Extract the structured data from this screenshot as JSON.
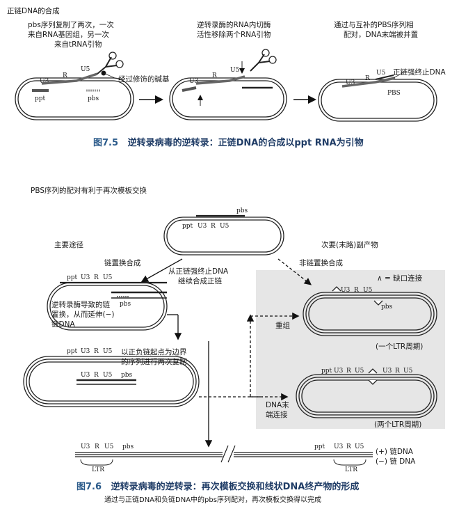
{
  "fig1": {
    "heading": "正链DNA的合成",
    "step1_note_l1": "pbs序列复制了两次，一次",
    "step1_note_l2": "来自RNA基因组，另一次",
    "step1_note_l3": "来自tRNA引物",
    "modified_base": "经过修饰的碱基",
    "step2_note_l1": "逆转录酶的RNA内切酶",
    "step2_note_l2": "活性移除两个RNA引物",
    "step3_note_l1": "通过与互补的PBS序列相",
    "step3_note_l2": "配对，DNA末端被并置",
    "plus_strand_stop": "正链强终止DNA",
    "labels": {
      "u3": "U3",
      "r": "R",
      "u5": "U5",
      "ppt": "ppt",
      "pbs": "pbs",
      "PBS": "PBS"
    },
    "caption_num": "图7.5",
    "caption_text": "逆转录病毒的逆转录：正链DNA的合成以ppt RNA为引物"
  },
  "fig2": {
    "heading": "PBS序列的配对有利于再次模板交换",
    "top_labels": {
      "pbs": "pbs",
      "ppt": "ppt",
      "u3": "U3",
      "r": "R",
      "u5": "U5"
    },
    "main_pathway": "主要途径",
    "strand_displacement": "链置换合成",
    "continue_l1": "从正链强终止DNA",
    "continue_l2": "继续合成正链",
    "secondary_product": "次要(末路)副产物",
    "non_displacement": "非链置换合成",
    "nick_legend": "∧ = 缺口连接",
    "displace_l1": "逆转录酶导致的链",
    "displace_l2": "置换，从而延伸(−)",
    "displace_l3": "链DNA",
    "boundary_l1": "以正负链起点为边界",
    "boundary_l2": "的序列进行两次复制",
    "recombination": "重组",
    "end_join_l1": "DNA末",
    "end_join_l2": "端连接",
    "one_ltr": "(一个LTR周期)",
    "two_ltr": "(两个LTR周期)",
    "plus_dna": "(+) 链DNA",
    "minus_dna": "(−) 链 DNA",
    "ltr": "LTR",
    "labels": {
      "ppt": "ppt",
      "u3": "U3",
      "r": "R",
      "u5": "U5",
      "pbs": "pbs"
    },
    "caption_num": "图7.6",
    "caption_text": "逆转录病毒的逆转录：再次模板交换和线状DNA终产物的形成",
    "subcaption": "通过与正链DNA和负链DNA中的pbs序列配对，再次模板交换得以完成"
  }
}
